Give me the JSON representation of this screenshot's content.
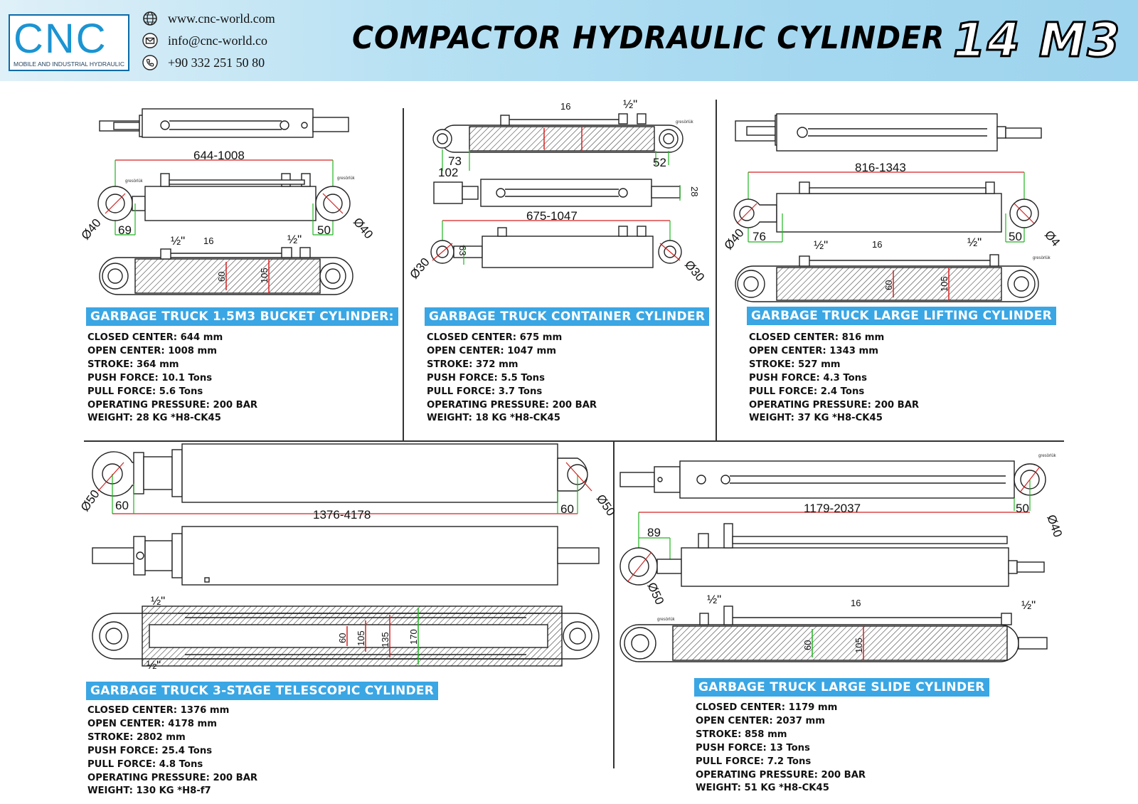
{
  "header": {
    "logo_text": "CNC",
    "logo_subtitle": "MOBILE AND INDUSTRIAL HYDRAULIC",
    "website": "www.cnc-world.com",
    "email": "info@cnc-world.co",
    "phone": "+90 332 251 50 80",
    "title": "COMPACTOR  HYDRAULIC CYLINDER",
    "volume": "14 M3",
    "icons": [
      "globe-icon",
      "mail-icon",
      "phone-icon"
    ]
  },
  "colors": {
    "header_gradient_start": "#dff0f8",
    "header_gradient_end": "#9fd4ee",
    "title_band": "#3aa6e4",
    "logo_blue": "#1b94d2",
    "dimension_green": "#1fb51f",
    "dimension_red": "#d62020"
  },
  "cylinders": [
    {
      "title": "GARBAGE TRUCK 1.5M3 BUCKET CYLINDER:",
      "specs": [
        "CLOSED CENTER: 644 mm",
        "OPEN CENTER: 1008 mm",
        "STROKE: 364 mm",
        "PUSH FORCE: 10.1 Tons",
        "PULL FORCE: 5.6 Tons",
        "OPERATING PRESSURE: 200 BAR",
        "WEIGHT: 28 KG *H8-CK45"
      ],
      "dims": {
        "length": "644-1008",
        "left_dia": "Ø40",
        "left_w": "69",
        "right_w": "50",
        "right_dia": "Ø40",
        "half_inch": "½\"",
        "hose": "16",
        "rod": "60",
        "bore": "105",
        "port_label": "gresörlük"
      }
    },
    {
      "title": "GARBAGE TRUCK CONTAINER CYLINDER",
      "specs": [
        "CLOSED CENTER: 675 mm",
        "OPEN CENTER: 1047 mm",
        "STROKE: 372 mm",
        "PUSH FORCE: 5.5 Tons",
        "PULL FORCE: 3.7 Tons",
        "OPERATING PRESSURE: 200 BAR",
        "WEIGHT: 18 KG *H8-CK45"
      ],
      "dims": {
        "hose": "16",
        "half_inch": "½\"",
        "port_label": "gresörlük",
        "w73": "73",
        "w102": "102",
        "w52": "52",
        "w28": "28",
        "length": "675-1047",
        "left_dia": "Ø30",
        "w63": "63",
        "right_dia": "Ø30"
      }
    },
    {
      "title": "GARBAGE TRUCK LARGE LIFTING CYLINDER",
      "specs": [
        "CLOSED CENTER: 816 mm",
        "OPEN CENTER: 1343 mm",
        "STROKE: 527 mm",
        "PUSH FORCE: 4.3 Tons",
        "PULL FORCE: 2.4 Tons",
        "OPERATING PRESSURE: 200 BAR",
        "WEIGHT: 37 KG *H8-CK45"
      ],
      "dims": {
        "length": "816-1343",
        "left_dia": "Ø40",
        "left_w": "76",
        "right_w": "50",
        "right_dia": "Ø4",
        "half_inch": "½\"",
        "hose": "16",
        "rod": "60",
        "bore": "105",
        "port_label": "gresörlük"
      }
    },
    {
      "title": "GARBAGE TRUCK 3-STAGE TELESCOPIC CYLINDER",
      "specs": [
        "CLOSED CENTER: 1376 mm",
        "OPEN CENTER: 4178 mm",
        "STROKE: 2802 mm",
        "PUSH FORCE: 25.4 Tons",
        "PULL FORCE: 4.8 Tons",
        "OPERATING PRESSURE: 200 BAR",
        "WEIGHT: 130 KG *H8-f7"
      ],
      "dims": {
        "length": "1376-4178",
        "left_dia": "Ø50",
        "left_w": "60",
        "right_w": "60",
        "right_dia": "Ø50",
        "half_inch": "½\"",
        "s1": "60",
        "s2": "105",
        "s3": "135",
        "s4": "170"
      }
    },
    {
      "title": "GARBAGE TRUCK LARGE SLIDE CYLINDER",
      "specs": [
        "CLOSED CENTER: 1179 mm",
        "OPEN CENTER: 2037 mm",
        "STROKE: 858 mm",
        "PUSH FORCE: 13 Tons",
        "PULL FORCE: 7.2 Tons",
        "OPERATING PRESSURE: 200 BAR",
        "WEIGHT: 51 KG *H8-CK45"
      ],
      "dims": {
        "port_label": "gresörlük",
        "length": "1179-2037",
        "right_w": "50",
        "right_dia": "Ø40",
        "w89": "89",
        "left_dia": "Ø50",
        "half_inch": "½\"",
        "hose": "16",
        "rod": "60",
        "bore": "105"
      }
    }
  ]
}
